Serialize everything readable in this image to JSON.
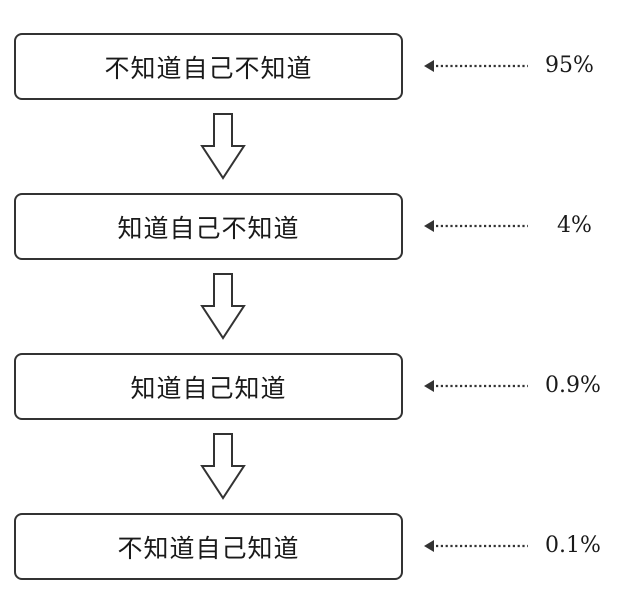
{
  "colors": {
    "stroke": "#333333",
    "text": "#1a1a1a",
    "background": "#ffffff"
  },
  "stages": [
    {
      "label": "不知道自己不知道",
      "percent": "95%"
    },
    {
      "label": "知道自己不知道",
      "percent": "4%"
    },
    {
      "label": "知道自己知道",
      "percent": "0.9%"
    },
    {
      "label": "不知道自己知道",
      "percent": "0.1%"
    }
  ],
  "icons": {
    "down_arrow": "hollow-down-arrow-icon",
    "dotted_arrow": "dotted-left-arrow-icon"
  }
}
